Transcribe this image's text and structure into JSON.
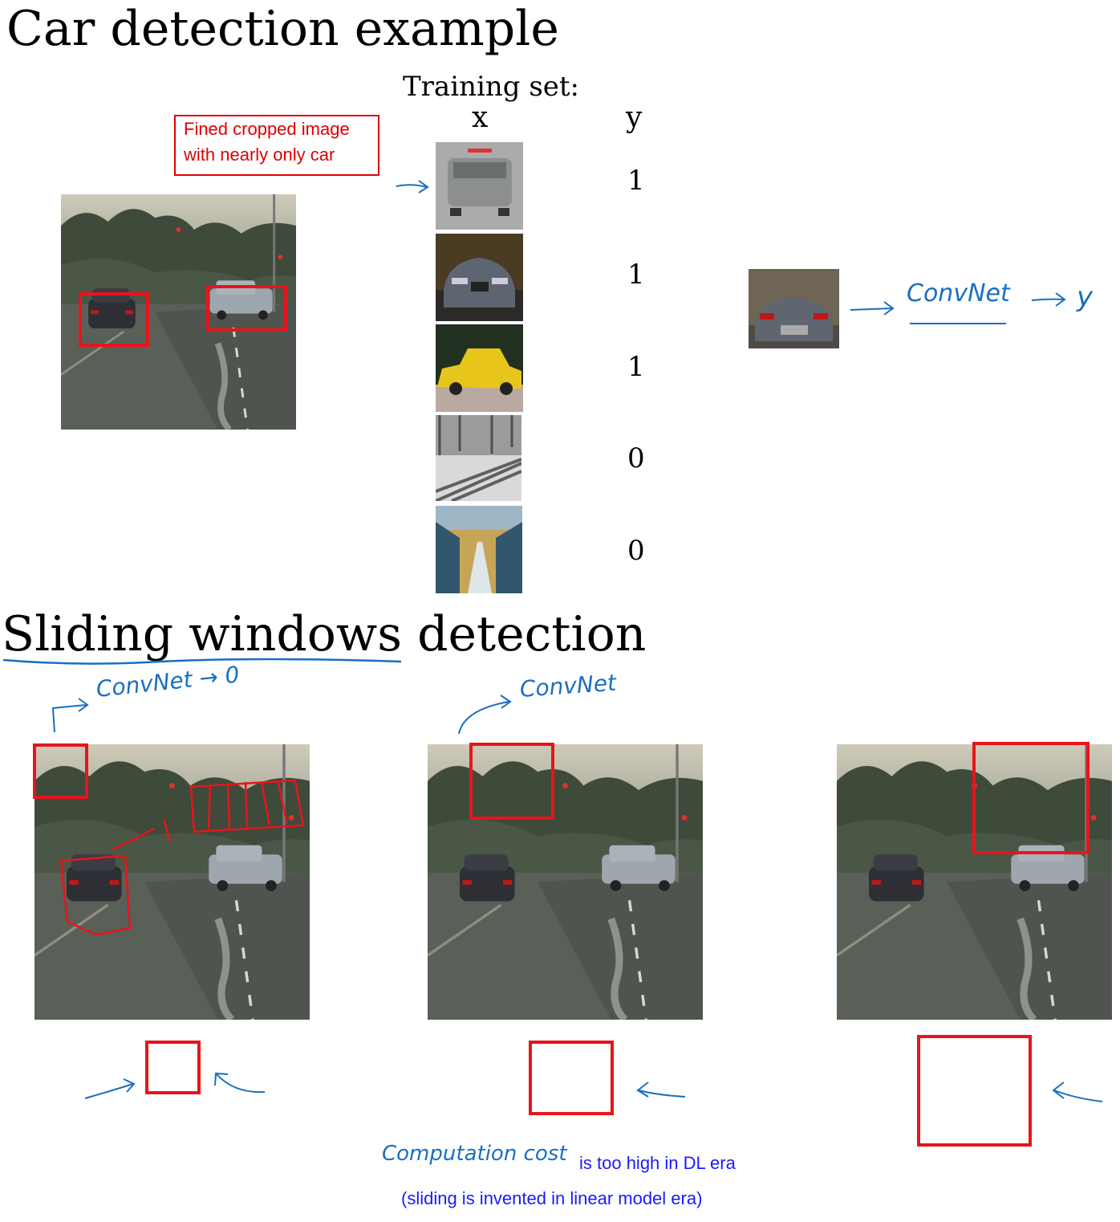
{
  "slide1": {
    "title": "Car detection example",
    "note": [
      "Fined cropped image",
      "with nearly only car"
    ],
    "training_set_label": "Training set:",
    "col_x": "x",
    "col_y": "y",
    "labels": [
      "1",
      "1",
      "1",
      "0",
      "0"
    ],
    "convnet_annotation": "ConvNet",
    "output_annotation": "y"
  },
  "slide2": {
    "title": "Sliding windows detection",
    "annot_left": "ConvNet → 0",
    "annot_mid": "ConvNet",
    "cost_handwritten": "Computation cost",
    "cost_typed": "is too high in DL era",
    "cost_note": "(sliding is invented in linear model era)"
  },
  "colors": {
    "red": "#e8141c",
    "blue_hand": "#1a6fc0",
    "blue_text": "#1a1aff"
  }
}
